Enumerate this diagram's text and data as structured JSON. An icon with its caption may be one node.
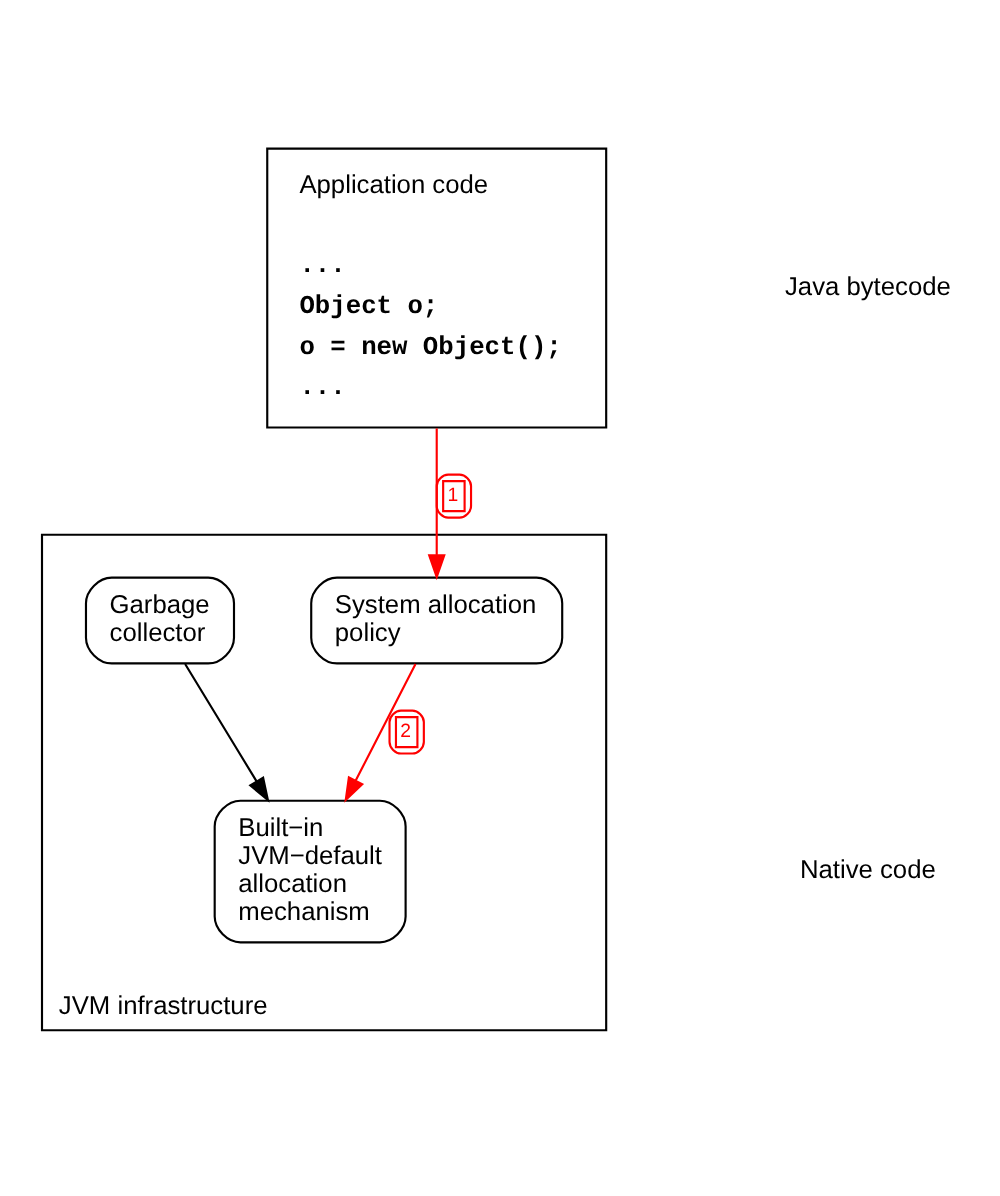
{
  "diagram": {
    "nodes": [
      {
        "text": [
          "Application code",
          "...",
          "Object o;",
          "o = new Object();",
          "..."
        ]
      },
      {
        "text": [
          "JVM infrastructure"
        ]
      },
      {
        "text": [
          "System allocation policy"
        ],
        "in": 1
      },
      {
        "text": [
          "Garbage collector"
        ],
        "in": 1
      },
      {
        "text": [
          "Built−in JVM−default allocation mechanism"
        ],
        "in": 1
      }
    ],
    "edges": [
      {
        "from": 0,
        "to": 2,
        "arrow": "to",
        "label": "1"
      },
      {
        "from": 2,
        "to": 4,
        "arrow": "to",
        "label": "2"
      },
      {
        "from": 3,
        "to": 4,
        "arrow": "to",
        "color": "#000000"
      }
    ],
    "labels": [
      "Java bytecode",
      "Native code"
    ]
  }
}
